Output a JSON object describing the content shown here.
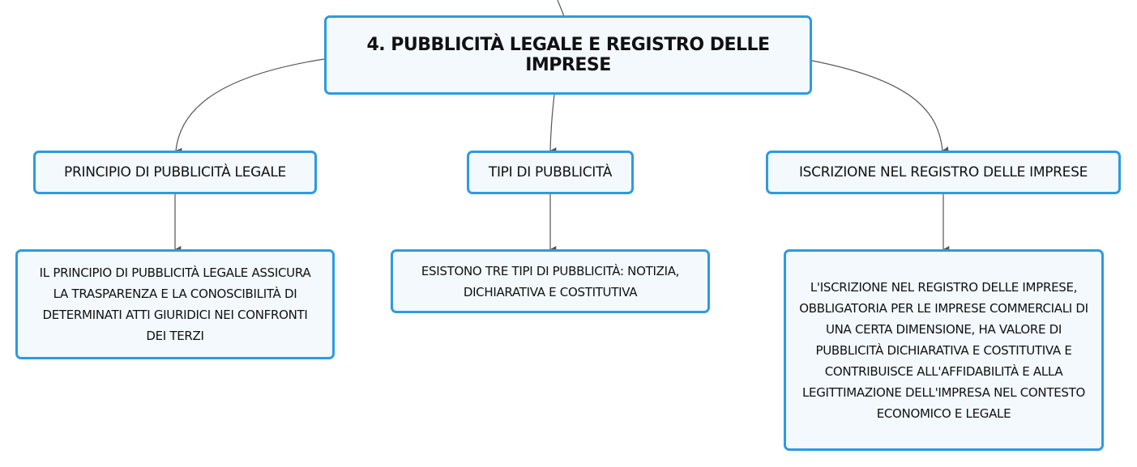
{
  "root": {
    "title": "4. PUBBLICITÀ LEGALE E REGISTRO DELLE IMPRESE"
  },
  "branches": [
    {
      "label": "PRINCIPIO DI PUBBLICITÀ LEGALE",
      "detail": "IL PRINCIPIO DI PUBBLICITÀ LEGALE ASSICURA LA TRASPARENZA E LA CONOSCIBILITÀ DI DETERMINATI ATTI GIURIDICI NEI CONFRONTI DEI TERZI"
    },
    {
      "label": "TIPI DI PUBBLICITÀ",
      "detail": "ESISTONO TRE TIPI DI PUBBLICITÀ: NOTIZIA, DICHIARATIVA E COSTITUTIVA"
    },
    {
      "label": "ISCRIZIONE NEL REGISTRO DELLE IMPRESE",
      "detail": "L'ISCRIZIONE NEL REGISTRO DELLE IMPRESE, OBBLIGATORIA PER LE IMPRESE COMMERCIALI DI UNA CERTA DIMENSIONE, HA VALORE DI PUBBLICITÀ DICHIARATIVA E COSTITUTIVA E CONTRIBUISCE ALL'AFFIDABILITÀ E ALLA LEGITTIMAZIONE DELL'IMPRESA NEL CONTESTO ECONOMICO E LEGALE"
    }
  ],
  "colors": {
    "node_border": "#2d9be0",
    "node_fill": "#f3f9fd",
    "connector": "#555555",
    "text": "#111111"
  }
}
